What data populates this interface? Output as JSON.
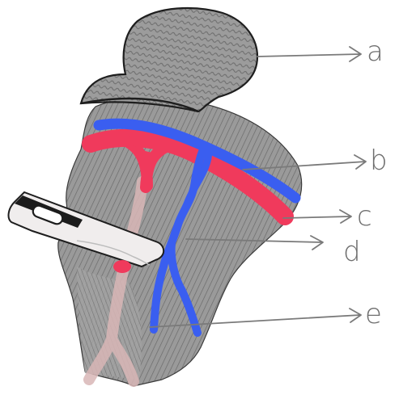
{
  "labels": {
    "a": "a",
    "b": "b",
    "c": "c",
    "d": "d",
    "e": "e"
  },
  "colors": {
    "tissue": "#8f8f8f",
    "tissue_dark": "#5e5e5e",
    "outline": "#2a2a2a",
    "artery": "#f03a5c",
    "vein": "#3a5ef0",
    "tube": "#eae6e6",
    "pale_vessel": "#d8b6b6",
    "label_ink": "#6f6f6f"
  }
}
